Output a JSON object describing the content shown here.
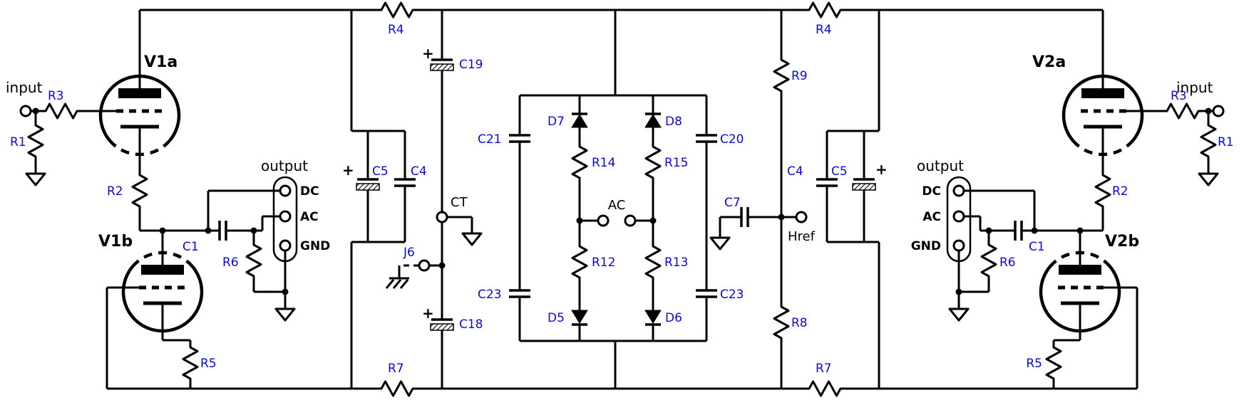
{
  "colors": {
    "wire": "#000000",
    "component_label": "#0a0adc",
    "text": "#000000",
    "background": "#ffffff"
  },
  "left_channel": {
    "input": "input",
    "r3": "R3",
    "r1": "R1",
    "v1a": "V1a",
    "r2": "R2",
    "v1b": "V1b",
    "r5": "R5",
    "c1": "C1",
    "r6": "R6",
    "output": "output",
    "pin_dc": "DC",
    "pin_ac": "AC",
    "pin_gnd": "GND"
  },
  "right_channel": {
    "input": "input",
    "r3": "R3",
    "r1": "R1",
    "v2a": "V2a",
    "r2": "R2",
    "v2b": "V2b",
    "r5": "R5",
    "c1": "C1",
    "r6": "R6",
    "output": "output",
    "pin_dc": "DC",
    "pin_ac": "AC",
    "pin_gnd": "GND"
  },
  "psu_left": {
    "r4": "R4",
    "c19": "C19",
    "c19_polarity": "+",
    "c5": "C5",
    "c5_polarity": "+",
    "c4": "C4",
    "ct": "CT",
    "j6": "J6",
    "c18": "C18",
    "c18_polarity": "+",
    "r7": "R7"
  },
  "psu_right": {
    "r4": "R4",
    "r9": "R9",
    "c7": "C7",
    "href": "Href",
    "c4": "C4",
    "c5": "C5",
    "c5_polarity": "+",
    "r8": "R8",
    "r7": "R7"
  },
  "bridge": {
    "c21": "C21",
    "c20": "C20",
    "c23_left": "C23",
    "c23_right": "C23",
    "d7": "D7",
    "d8": "D8",
    "r14": "R14",
    "r15": "R15",
    "ac": "AC",
    "r12": "R12",
    "r13": "R13",
    "d5": "D5",
    "d6": "D6"
  }
}
